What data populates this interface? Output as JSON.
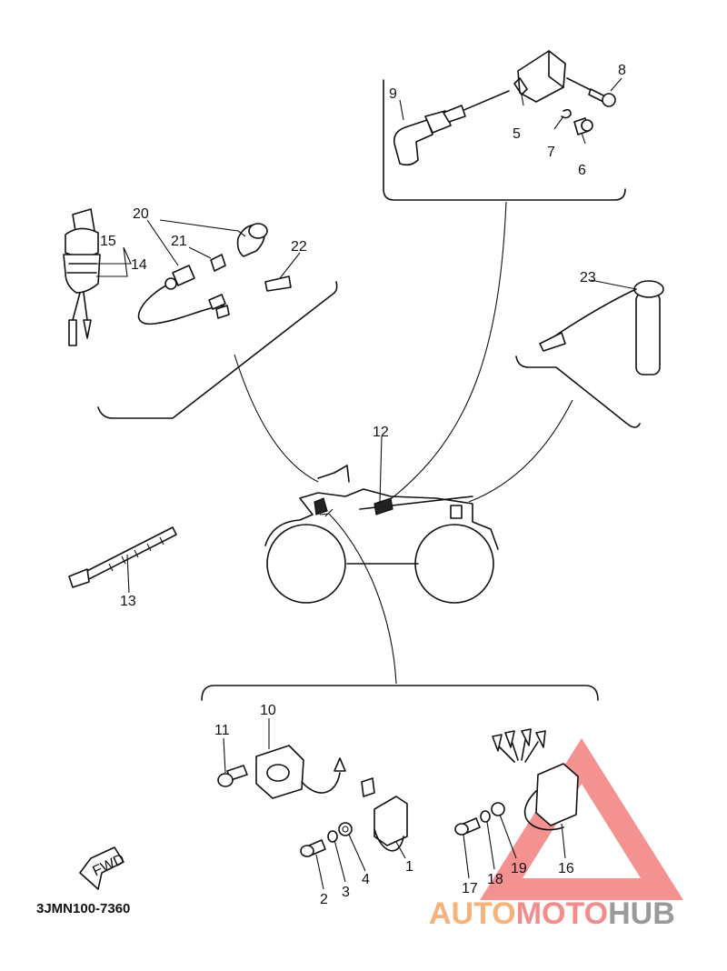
{
  "labels": {
    "p1": "1",
    "p2": "2",
    "p3": "3",
    "p4": "4",
    "p5": "5",
    "p6": "6",
    "p7": "7",
    "p8": "8",
    "p9": "9",
    "p10": "10",
    "p11": "11",
    "p12": "12",
    "p13": "13",
    "p14": "14",
    "p15": "15",
    "p16": "16",
    "p17": "17",
    "p18": "18",
    "p19": "19",
    "p20": "20",
    "p21": "21",
    "p22": "22",
    "p23": "23"
  },
  "fwd_label": "FWD",
  "diagram_code": "3JMN100-7360",
  "watermark": {
    "part1": "AUTO",
    "part2": "MOTO",
    "part3": "HUB",
    "color1": "#f5b27a",
    "color2": "#f28d8d",
    "color3": "#9a9a9a"
  }
}
